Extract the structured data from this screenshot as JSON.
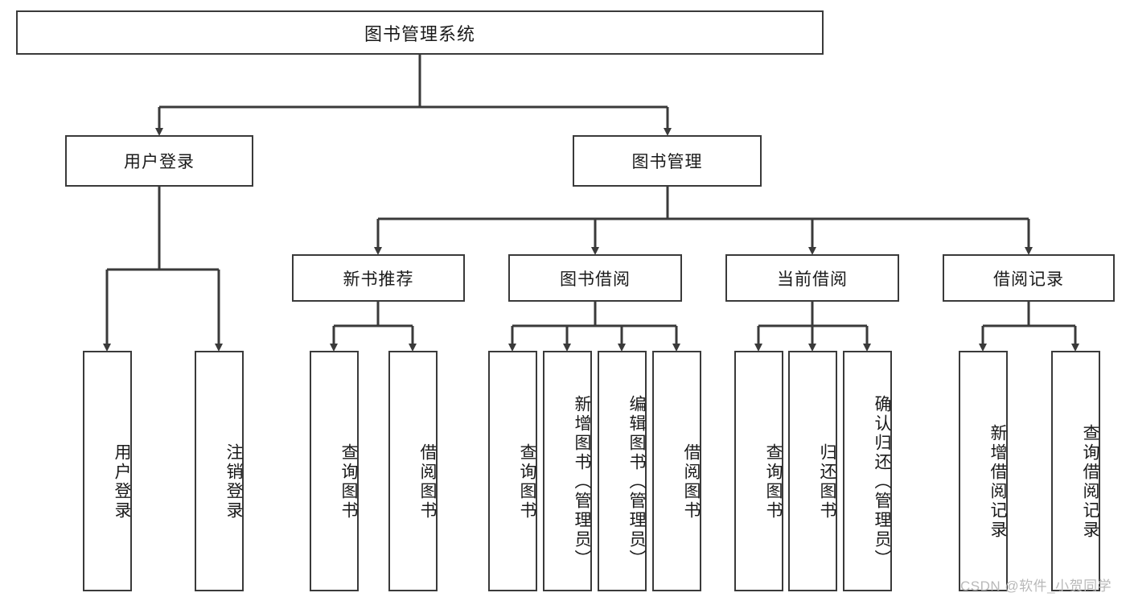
{
  "diagram": {
    "title": "图书管理系统",
    "type": "hierarchy-tree",
    "root": {
      "label": "图书管理系统"
    },
    "level2": [
      {
        "label": "用户登录"
      },
      {
        "label": "图书管理"
      }
    ],
    "level3": [
      {
        "label": "新书推荐",
        "parent": "图书管理"
      },
      {
        "label": "图书借阅",
        "parent": "图书管理"
      },
      {
        "label": "当前借阅",
        "parent": "图书管理"
      },
      {
        "label": "借阅记录",
        "parent": "图书管理"
      }
    ],
    "leaves": [
      {
        "label": "用户登录",
        "parent": "用户登录"
      },
      {
        "label": "注销登录",
        "parent": "用户登录"
      },
      {
        "label": "查询图书",
        "parent": "新书推荐"
      },
      {
        "label": "借阅图书",
        "parent": "新书推荐"
      },
      {
        "label": "查询图书",
        "parent": "图书借阅"
      },
      {
        "label": "新增图书（管理员）",
        "parent": "图书借阅"
      },
      {
        "label": "编辑图书（管理员）",
        "parent": "图书借阅"
      },
      {
        "label": "借阅图书",
        "parent": "图书借阅"
      },
      {
        "label": "查询图书",
        "parent": "当前借阅"
      },
      {
        "label": "归还图书",
        "parent": "当前借阅"
      },
      {
        "label": "确认归还（管理员）",
        "parent": "当前借阅"
      },
      {
        "label": "新增借阅记录",
        "parent": "借阅记录"
      },
      {
        "label": "查询借阅记录",
        "parent": "借阅记录"
      }
    ]
  },
  "watermark": {
    "text": "CSDN @软件_小贺同学"
  },
  "colors": {
    "stroke": "#3a3a3a",
    "fill": "#ffffff",
    "text": "#1a1a1a",
    "watermark": "#b9b9b9"
  }
}
